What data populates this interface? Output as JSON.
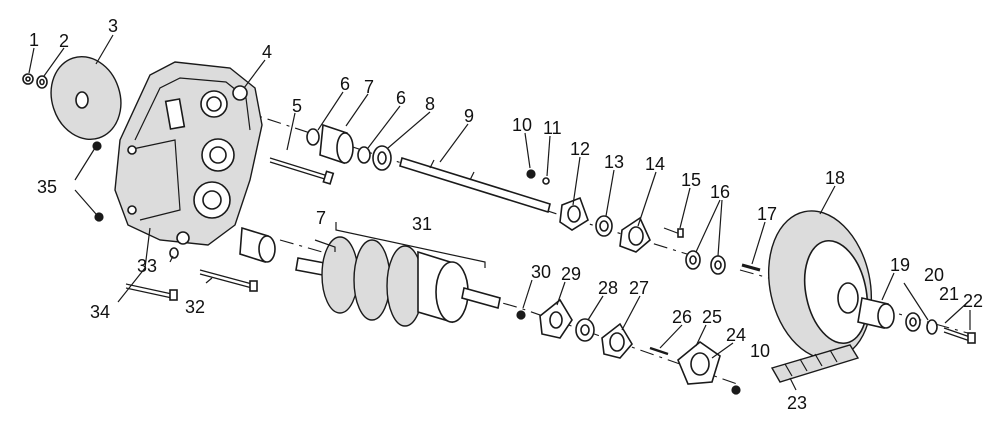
{
  "callouts": [
    {
      "id": "c1",
      "text": "1"
    },
    {
      "id": "c2",
      "text": "2"
    },
    {
      "id": "c3",
      "text": "3"
    },
    {
      "id": "c4",
      "text": "4"
    },
    {
      "id": "c5",
      "text": "5"
    },
    {
      "id": "c6a",
      "text": "6"
    },
    {
      "id": "c6b",
      "text": "6"
    },
    {
      "id": "c7a",
      "text": "7"
    },
    {
      "id": "c7b",
      "text": "7"
    },
    {
      "id": "c8",
      "text": "8"
    },
    {
      "id": "c9",
      "text": "9"
    },
    {
      "id": "c10a",
      "text": "10"
    },
    {
      "id": "c10b",
      "text": "10"
    },
    {
      "id": "c11",
      "text": "11"
    },
    {
      "id": "c12",
      "text": "12"
    },
    {
      "id": "c13",
      "text": "13"
    },
    {
      "id": "c14",
      "text": "14"
    },
    {
      "id": "c15",
      "text": "15"
    },
    {
      "id": "c16",
      "text": "16"
    },
    {
      "id": "c17",
      "text": "17"
    },
    {
      "id": "c18",
      "text": "18"
    },
    {
      "id": "c19",
      "text": "19"
    },
    {
      "id": "c20",
      "text": "20"
    },
    {
      "id": "c21",
      "text": "21"
    },
    {
      "id": "c22",
      "text": "22"
    },
    {
      "id": "c23",
      "text": "23"
    },
    {
      "id": "c24",
      "text": "24"
    },
    {
      "id": "c25",
      "text": "25"
    },
    {
      "id": "c26",
      "text": "26"
    },
    {
      "id": "c27",
      "text": "27"
    },
    {
      "id": "c28",
      "text": "28"
    },
    {
      "id": "c29",
      "text": "29"
    },
    {
      "id": "c30",
      "text": "30"
    },
    {
      "id": "c31",
      "text": "31"
    },
    {
      "id": "c32",
      "text": "32"
    },
    {
      "id": "c33",
      "text": "33"
    },
    {
      "id": "c34",
      "text": "34"
    },
    {
      "id": "c35",
      "text": "35"
    }
  ]
}
